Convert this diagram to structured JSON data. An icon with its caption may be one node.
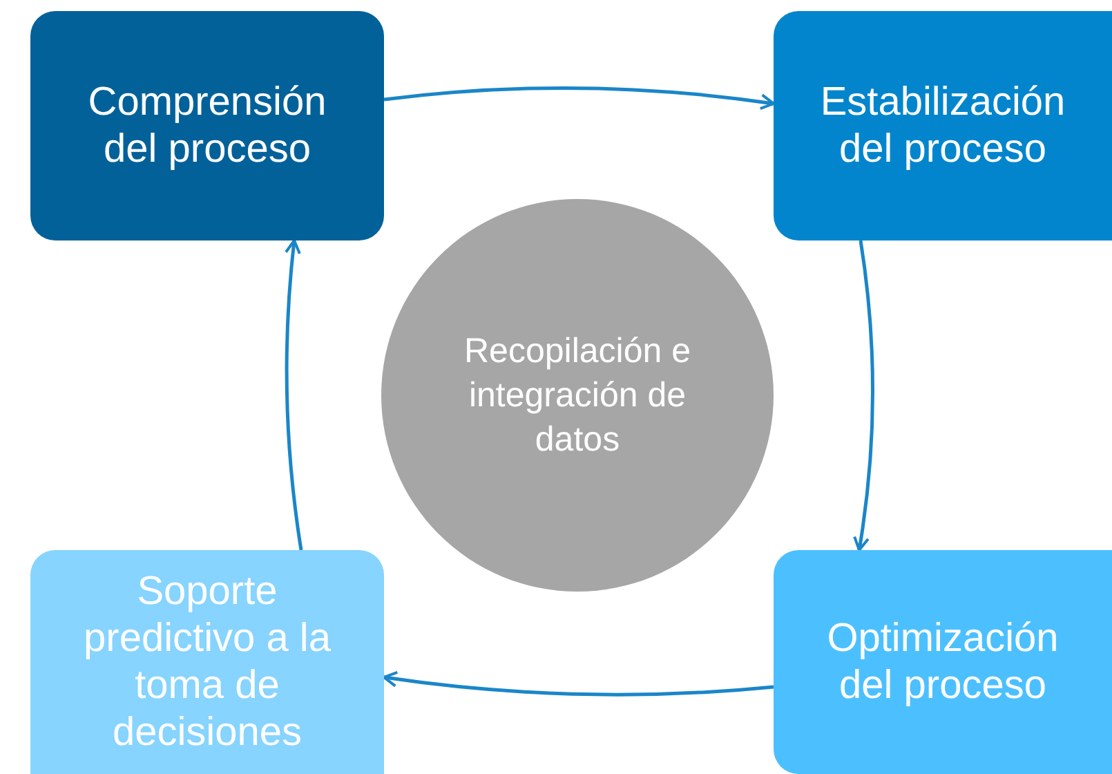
{
  "diagram": {
    "nodes": [
      {
        "text": [
          "Comprensión del proceso"
        ]
      },
      {
        "text": [
          "Estabilización del proceso"
        ]
      },
      {
        "text": [
          "Optimización del proceso"
        ]
      },
      {
        "text": [
          "Soporte predictivo a la toma de decisiones"
        ]
      },
      {
        "text": [
          "Recopilación e integración de datos"
        ]
      }
    ],
    "edges": [
      {
        "from": 0,
        "to": 1,
        "arrow": "to"
      },
      {
        "from": 1,
        "to": 2,
        "arrow": "to"
      },
      {
        "from": 2,
        "to": 3,
        "arrow": "to"
      },
      {
        "from": 3,
        "to": 0,
        "arrow": "to"
      }
    ]
  }
}
